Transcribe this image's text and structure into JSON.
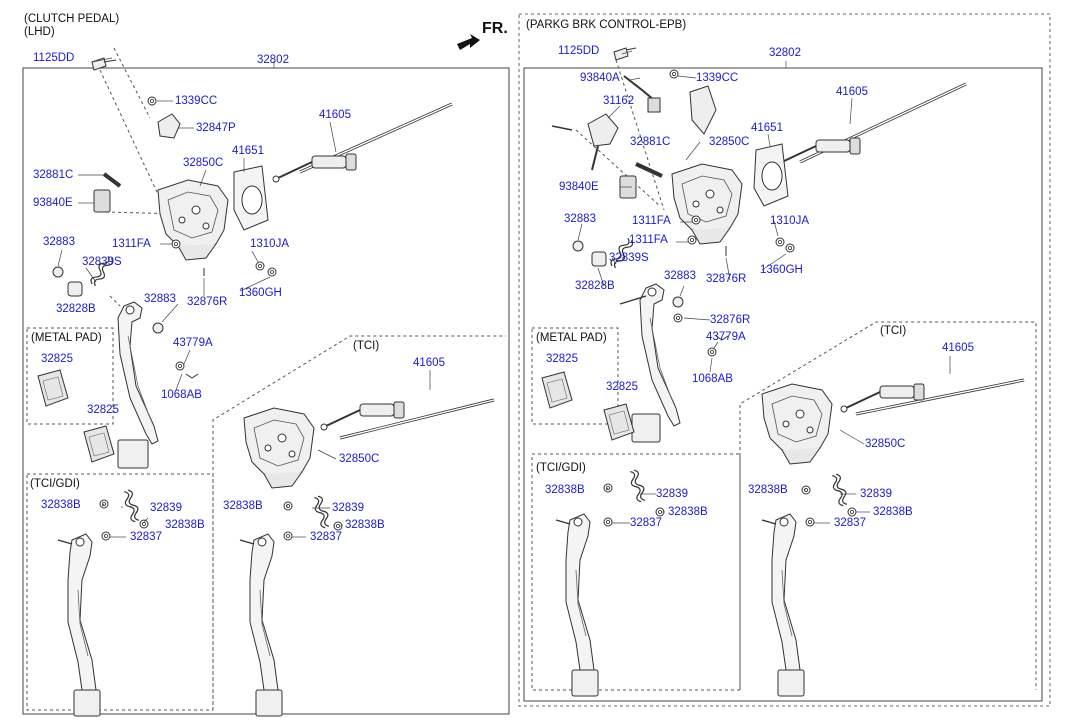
{
  "colors": {
    "part_number": "#1a1ad6",
    "line": "#333333",
    "text": "#111111"
  },
  "front_indicator": "FR.",
  "left_panel": {
    "title_line1": "(CLUTCH PEDAL)",
    "title_line2": "(LHD)",
    "labels": {
      "p1125DD": "1125DD",
      "p32802": "32802",
      "p1339CC": "1339CC",
      "p32847P": "32847P",
      "p41605": "41605",
      "p32850C": "32850C",
      "p41651": "41651",
      "p32881C": "32881C",
      "p93840E": "93840E",
      "p32883a": "32883",
      "p1311FA": "1311FA",
      "p1310JA": "1310JA",
      "p32839S": "32839S",
      "p1360GH": "1360GH",
      "p32828B": "32828B",
      "p32883b": "32883",
      "p32876R": "32876R",
      "p43779A": "43779A",
      "p1068AB": "1068AB",
      "p32825a": "32825",
      "p32825b": "32825"
    },
    "metal_pad": "(METAL PAD)",
    "tci_gdi": {
      "title": "(TCI/GDI)",
      "p32838B_a": "32838B",
      "p32839": "32839",
      "p32838B_b": "32838B",
      "p32837": "32837"
    },
    "tci": {
      "title": "(TCI)",
      "p41605": "41605",
      "p32850C": "32850C",
      "p32838B_a": "32838B",
      "p32839": "32839",
      "p32838B_b": "32838B",
      "p32837": "32837"
    }
  },
  "right_panel": {
    "title": "(PARKG BRK CONTROL-EPB)",
    "labels": {
      "p1125DD": "1125DD",
      "p32802": "32802",
      "p93840A": "93840A",
      "p1339CC": "1339CC",
      "p41605": "41605",
      "p31162": "31162",
      "p32881C": "32881C",
      "p32850C": "32850C",
      "p41651": "41651",
      "p93840E": "93840E",
      "p32883a": "32883",
      "p1311FA_a": "1311FA",
      "p1311FA_b": "1311FA",
      "p1310JA": "1310JA",
      "p32839S": "32839S",
      "p1360GH": "1360GH",
      "p32883b": "32883",
      "p32876R_a": "32876R",
      "p32828B": "32828B",
      "p32876R_b": "32876R",
      "p43779A": "43779A",
      "p1068AB": "1068AB",
      "p32825a": "32825",
      "p32825b": "32825"
    },
    "metal_pad": "(METAL PAD)",
    "tci_gdi": {
      "title": "(TCI/GDI)",
      "p32838B_a": "32838B",
      "p32839": "32839",
      "p32838B_b": "32838B",
      "p32837": "32837"
    },
    "tci": {
      "title": "(TCI)",
      "p41605": "41605",
      "p32850C": "32850C",
      "p32838B_a": "32838B",
      "p32839": "32839",
      "p32838B_b": "32838B",
      "p32837": "32837"
    }
  }
}
